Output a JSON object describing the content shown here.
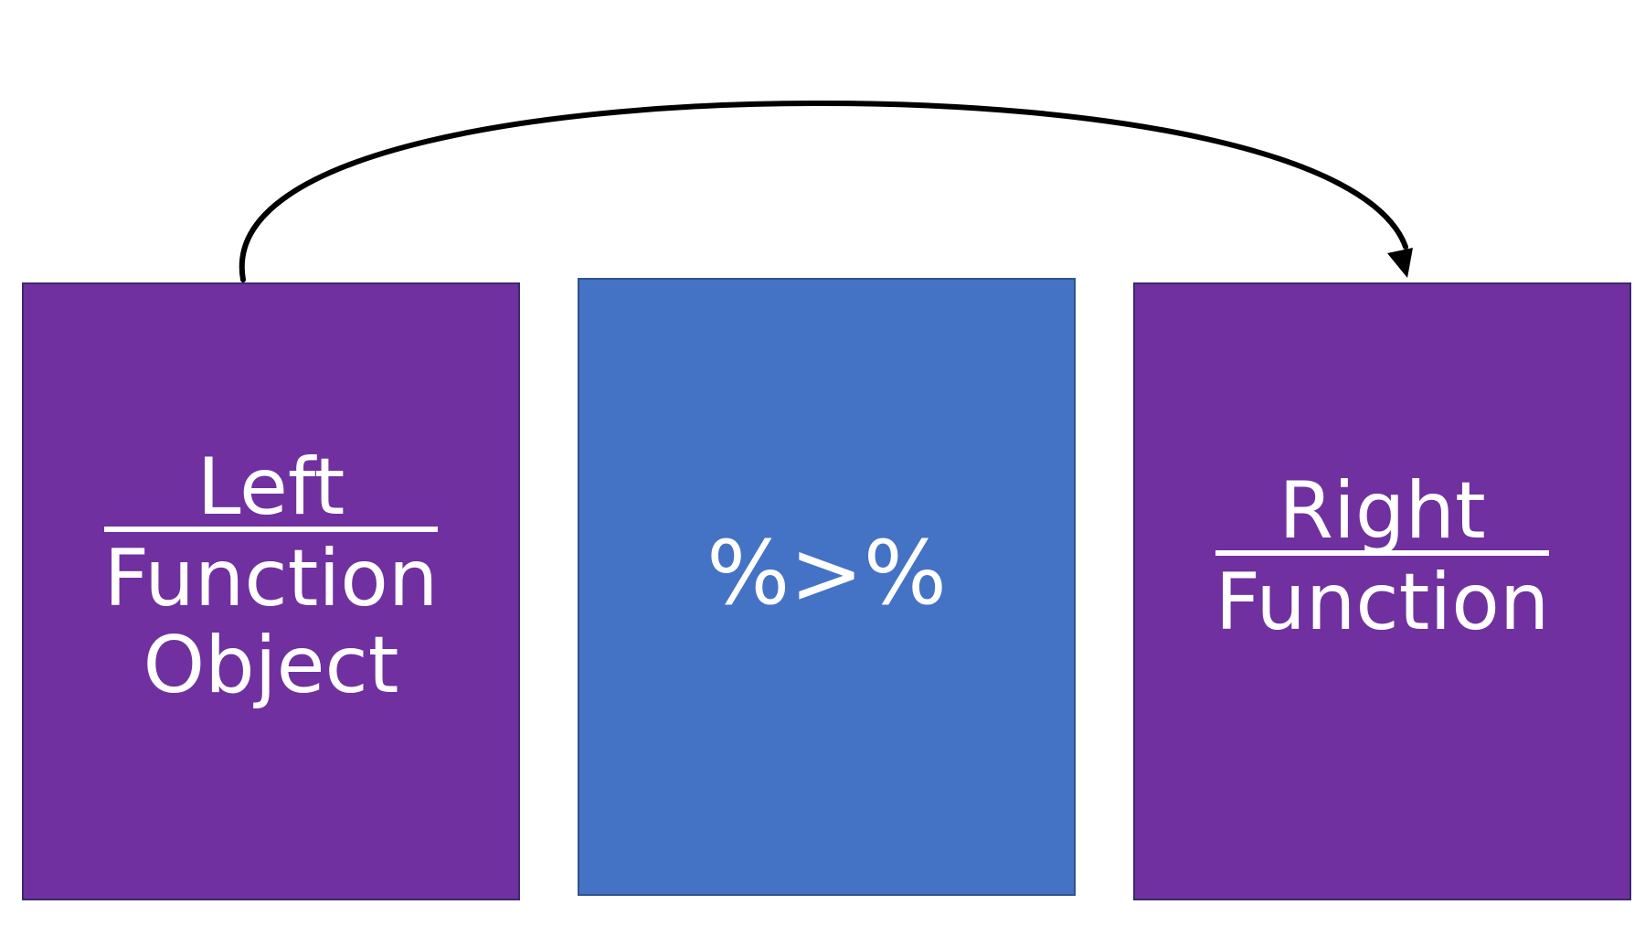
{
  "colors": {
    "side_box_fill": "#7030a0",
    "middle_box_fill": "#4472c4",
    "text": "#ffffff",
    "arrow": "#000000"
  },
  "left_box": {
    "heading": "Left",
    "line1": "Function",
    "line2": "Object"
  },
  "middle_box": {
    "operator": "%>%"
  },
  "right_box": {
    "heading": "Right",
    "line1": "Function"
  }
}
